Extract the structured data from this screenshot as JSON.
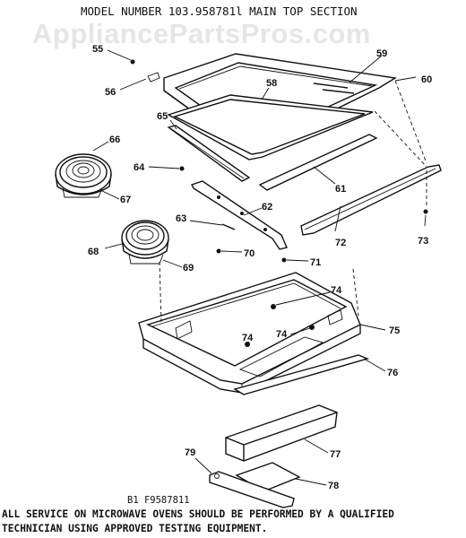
{
  "header": {
    "title": "MODEL NUMBER 103.958781l MAIN TOP SECTION",
    "watermark": "AppliancePartsPros.com"
  },
  "parts": {
    "p55": "55",
    "p56": "56",
    "p58": "58",
    "p59": "59",
    "p60": "60",
    "p61": "61",
    "p62": "62",
    "p63": "63",
    "p64": "64",
    "p65": "65",
    "p66": "66",
    "p67": "67",
    "p68": "68",
    "p69": "69",
    "p70": "70",
    "p71": "71",
    "p72": "72",
    "p73": "73",
    "p74a": "74",
    "p74b": "74",
    "p74c": "74",
    "p75": "75",
    "p76": "76",
    "p77": "77",
    "p78": "78",
    "p79": "79"
  },
  "footer": {
    "figure_id": "B1 F9587811",
    "note_line1": "ALL SERVICE ON MICROWAVE OVENS SHOULD BE PERFORMED BY A QUALIFIED",
    "note_line2": "TECHNICIAN USING APPROVED TESTING EQUIPMENT."
  }
}
